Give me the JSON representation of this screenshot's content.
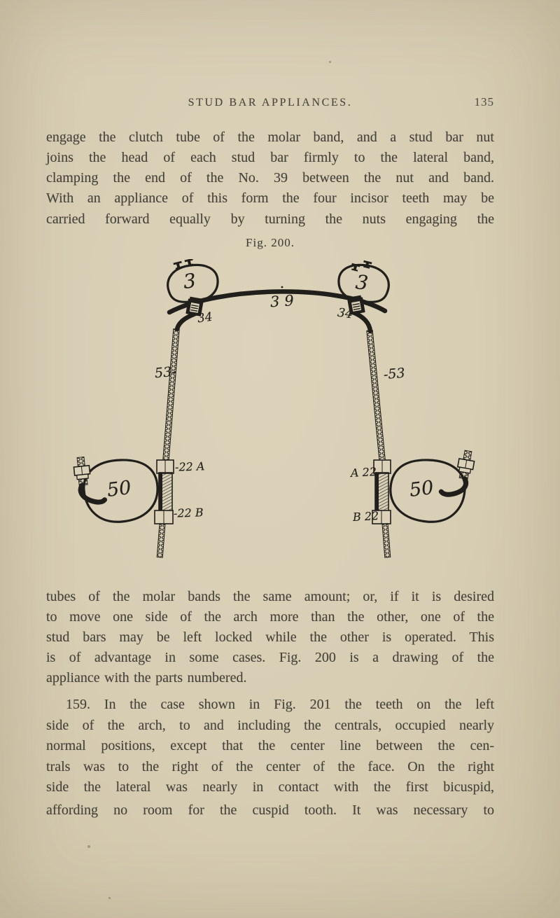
{
  "header": {
    "title": "STUD BAR APPLIANCES.",
    "page_number": "135"
  },
  "body": {
    "p1": [
      "engage the clutch tube of the molar band, and a stud bar nut",
      "joins the head of each stud bar firmly to the lateral band,",
      "clamping the end of the No. 39 between the nut and band.",
      "With an appliance of this form the four incisor teeth may be",
      "carried forward equally by turning the nuts engaging the"
    ],
    "p2": [
      "tubes of the molar bands the same amount; or, if it is desired",
      "to move one side of the arch more than the other, one of the",
      "stud bars may be left locked while the other is operated. This",
      "is of advantage in some cases. Fig. 200 is a drawing of the",
      "appliance with the parts numbered."
    ],
    "p3": [
      "159. In the case shown in Fig. 201 the teeth on the left",
      "side of the arch, to and including the centrals, occupied nearly",
      "normal positions, except that the center line between the cen-",
      "trals was to the right of the center of the face. On the right",
      "side the lateral was nearly in contact with the first bicuspid,",
      "affording no room for the cuspid tooth. It was necessary to"
    ]
  },
  "figure": {
    "caption": "Fig. 200.",
    "labels": {
      "band3_left": "3",
      "band3_right": "3",
      "archwire_39": "39",
      "tube34_left": "34",
      "tube34_right": "34",
      "bar53_left": "53-",
      "bar53_right": "-53",
      "nut22a_left": "-22 A",
      "nut22b_left": "-22 B",
      "nut22a_right": "A 22",
      "nut22b_right": "B 22",
      "band50_left": "50",
      "band50_right": "50"
    }
  },
  "colors": {
    "paper": "#d7cdb3",
    "figure_ink": "#211f1b",
    "text_ink": "#46413a"
  }
}
